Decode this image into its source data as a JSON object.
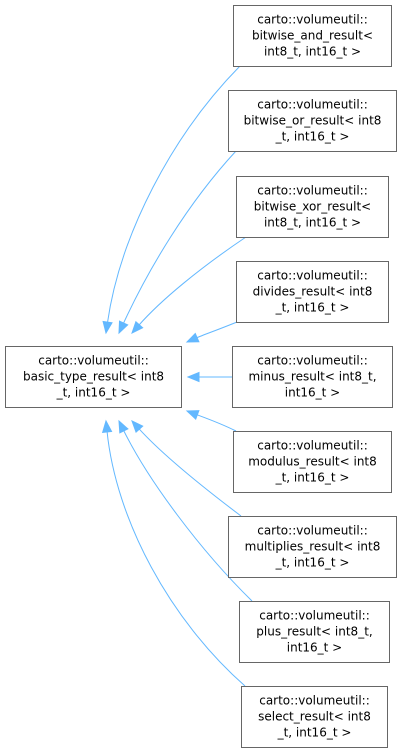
{
  "base": {
    "lines": [
      "carto::volumeutil::",
      "basic_type_result< int8",
      "_t, int16_t >"
    ]
  },
  "derived": [
    {
      "lines": [
        "carto::volumeutil::",
        "bitwise_and_result<",
        "int8_t, int16_t >"
      ]
    },
    {
      "lines": [
        "carto::volumeutil::",
        "bitwise_or_result< int8",
        "_t, int16_t >"
      ]
    },
    {
      "lines": [
        "carto::volumeutil::",
        "bitwise_xor_result<",
        "int8_t, int16_t >"
      ]
    },
    {
      "lines": [
        "carto::volumeutil::",
        "divides_result< int8",
        "_t, int16_t >"
      ]
    },
    {
      "lines": [
        "carto::volumeutil::",
        "minus_result< int8_t,",
        "int16_t >"
      ]
    },
    {
      "lines": [
        "carto::volumeutil::",
        "modulus_result< int8",
        "_t, int16_t >"
      ]
    },
    {
      "lines": [
        "carto::volumeutil::",
        "multiplies_result< int8",
        "_t, int16_t >"
      ]
    },
    {
      "lines": [
        "carto::volumeutil::",
        "plus_result< int8_t,",
        "int16_t >"
      ]
    },
    {
      "lines": [
        "carto::volumeutil::",
        "select_result< int8",
        "_t, int16_t >"
      ]
    }
  ],
  "colors": {
    "edge": "#63b8ff",
    "node_border": "#666666",
    "node_fill": "#ffffff",
    "text": "#000000"
  }
}
